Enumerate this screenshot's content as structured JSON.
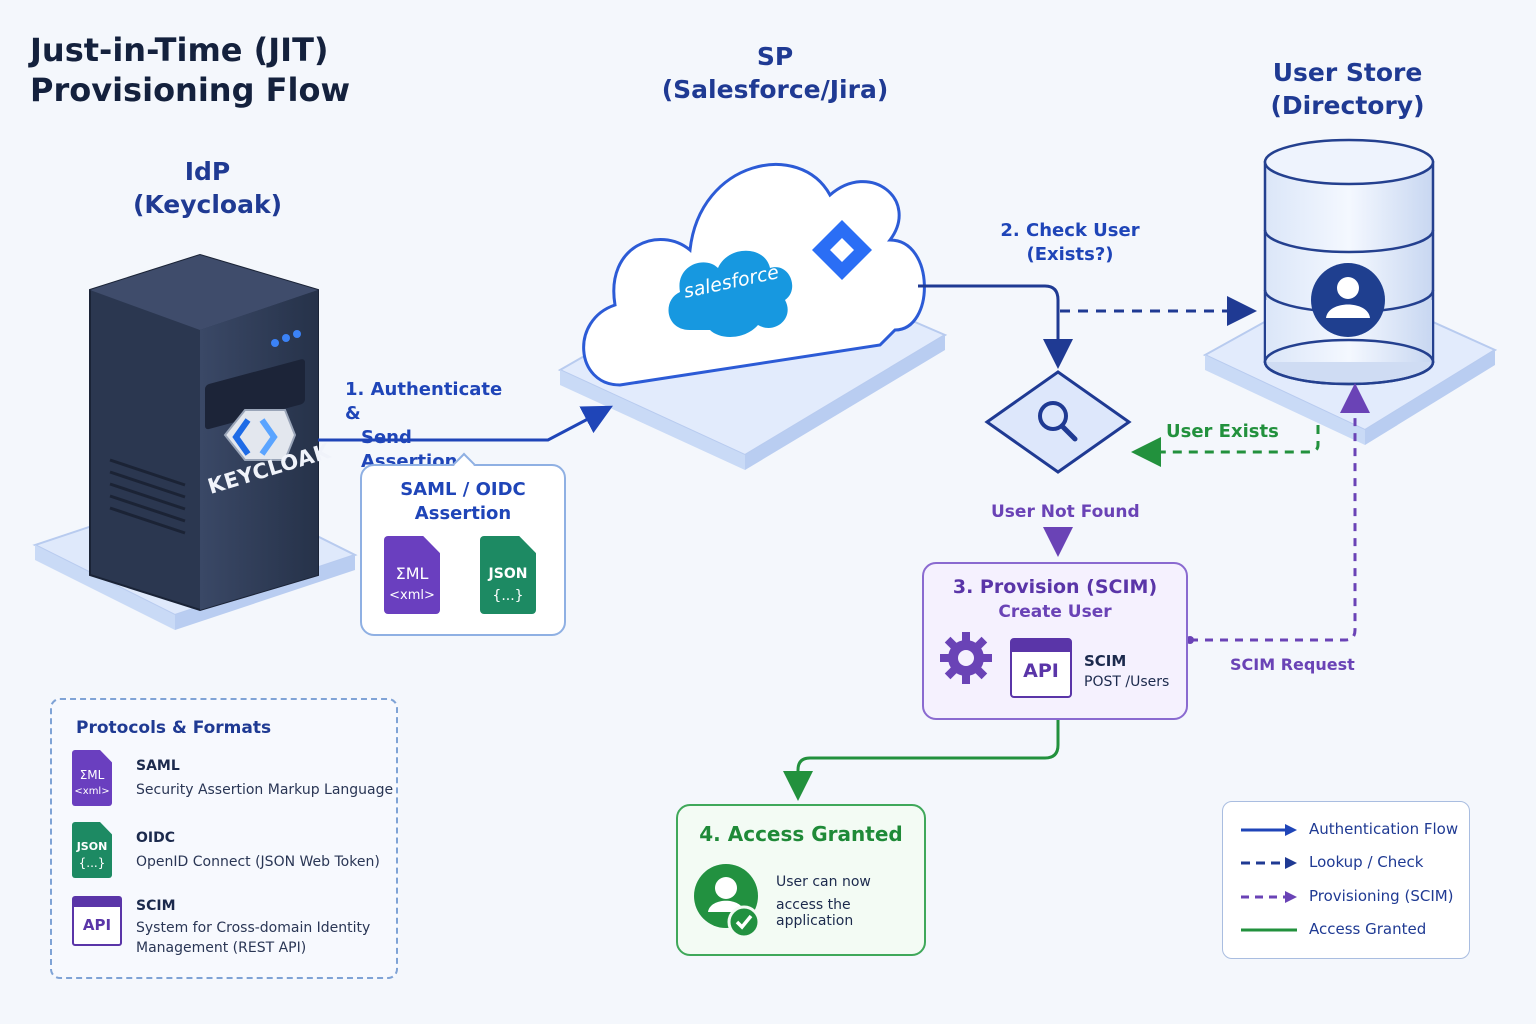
{
  "title_line1": "Just-in-Time (JIT)",
  "title_line2": "Provisioning Flow",
  "idp": {
    "title": "IdP",
    "subtitle": "(Keycloak)",
    "logo_text": "KEYCLOAK"
  },
  "sp": {
    "title": "SP",
    "subtitle": "(Salesforce/Jira)",
    "logo_text": "salesforce"
  },
  "store": {
    "title": "User Store",
    "subtitle": "(Directory)"
  },
  "step1": {
    "line1": "1. Authenticate &",
    "line2": "Send Assertion"
  },
  "assertion": {
    "line1": "SAML / OIDC",
    "line2": "Assertion",
    "xml_top": "ΣML",
    "xml_bottom": "<xml>",
    "json_top": "JSON",
    "json_bottom": "{...}"
  },
  "step2": {
    "line1": "2. Check User",
    "line2": "(Exists?)"
  },
  "user_exists": "User Exists",
  "user_not_found": "User Not Found",
  "step3": {
    "line1": "3. Provision (SCIM)",
    "line2": "Create User",
    "api": "API",
    "scim": "SCIM",
    "endpoint": "POST /Users"
  },
  "scim_request": "SCIM Request",
  "step4": {
    "title": "4. Access Granted",
    "line1": "User can now",
    "line2": "access the application"
  },
  "protocols": {
    "heading": "Protocols & Formats",
    "items": [
      {
        "name": "SAML",
        "desc": "Security Assertion Markup Language",
        "icon_top": "ΣML",
        "icon_bottom": "<xml>"
      },
      {
        "name": "OIDC",
        "desc": "OpenID Connect (JSON Web Token)",
        "icon_top": "JSON",
        "icon_bottom": "{...}"
      },
      {
        "name": "SCIM",
        "desc": "System for Cross-domain Identity Management (REST API)",
        "icon_top": "API",
        "icon_bottom": ""
      }
    ]
  },
  "legend": [
    {
      "label": "Authentication Flow",
      "style": "solid",
      "color": "#1f45b8"
    },
    {
      "label": "Lookup / Check",
      "style": "dashed",
      "color": "#1f3a93"
    },
    {
      "label": "Provisioning (SCIM)",
      "style": "dashed",
      "color": "#6a43b6"
    },
    {
      "label": "Access Granted",
      "style": "solid",
      "color": "#22913d"
    }
  ],
  "colors": {
    "blue": "#1f45b8",
    "navy": "#1f3a93",
    "purple": "#6a43b6",
    "green": "#22913d",
    "server": "#2e3b55"
  }
}
